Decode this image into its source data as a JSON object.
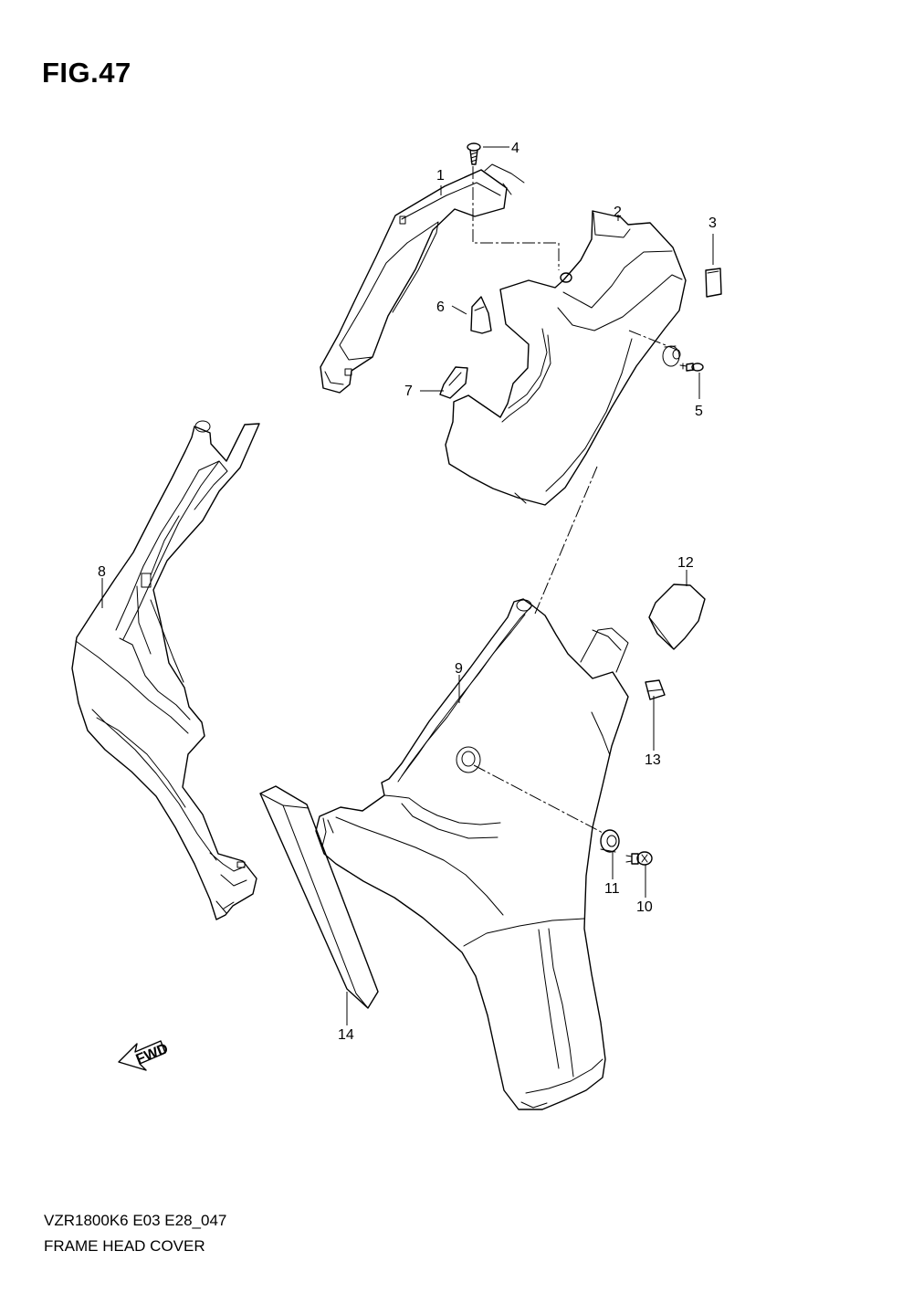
{
  "figure": {
    "title": "FIG.47",
    "code": "VZR1800K6 E03 E28_047",
    "name": "FRAME HEAD COVER"
  },
  "callouts": [
    "1",
    "2",
    "3",
    "4",
    "5",
    "6",
    "7",
    "8",
    "9",
    "10",
    "11",
    "12",
    "13",
    "14"
  ],
  "direction_marker": "FWD"
}
